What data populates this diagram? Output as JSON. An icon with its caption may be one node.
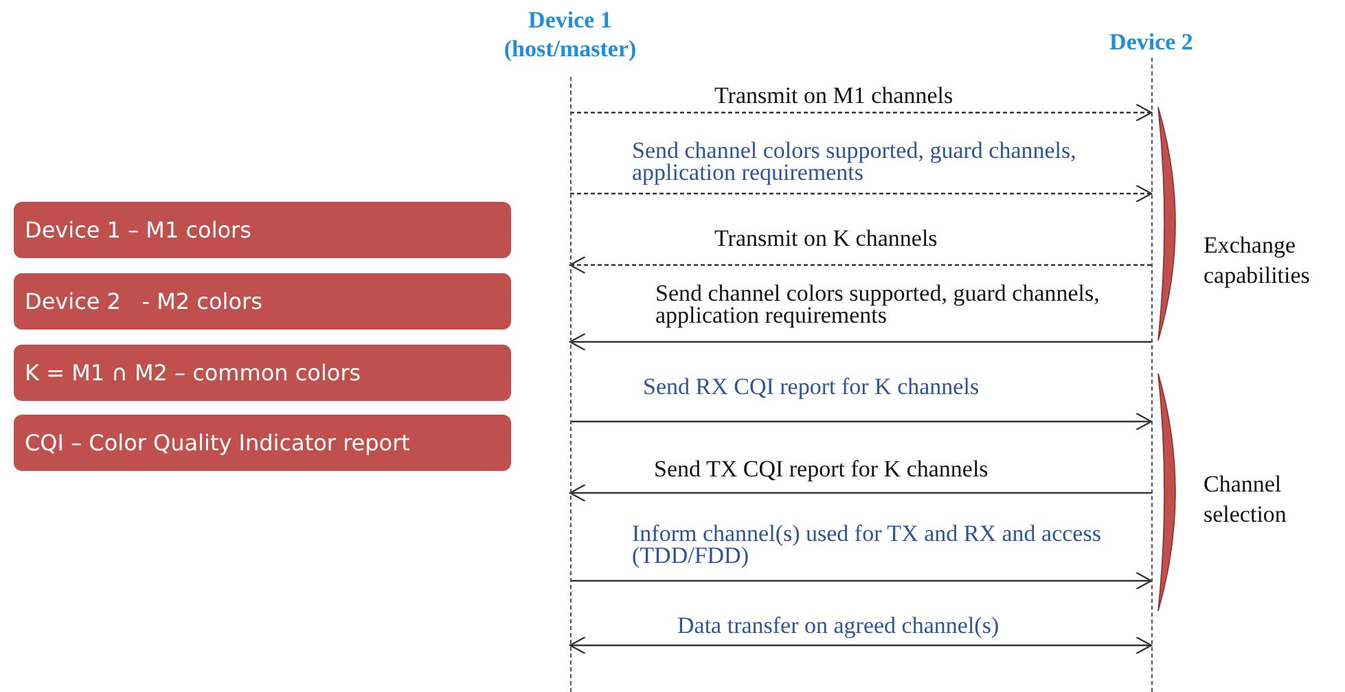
{
  "diagram": {
    "nodes": [
      {
        "text": [
          "Device 1 (host/master)"
        ]
      },
      {
        "text": [
          "Device 2"
        ]
      },
      {
        "text": [
          "Device 1 – M1 colors"
        ]
      },
      {
        "text": [
          "Device 2   - M2 colors"
        ]
      },
      {
        "text": [
          "K = M1 ∩ M2 – common colors"
        ]
      },
      {
        "text": [
          "CQI – Color Quality Indicator report"
        ]
      }
    ],
    "edges": [
      {
        "from": 0,
        "to": 1,
        "arrow": "to",
        "label": "Transmit on M1 channels",
        "style": "dashed"
      },
      {
        "from": 0,
        "to": 1,
        "arrow": "to",
        "label": "Send channel colors supported, guard channels, application requirements",
        "style": "dashed"
      },
      {
        "from": 1,
        "to": 0,
        "arrow": "to",
        "label": "Transmit on K channels",
        "style": "dashed"
      },
      {
        "from": 1,
        "to": 0,
        "arrow": "to",
        "label": "Send channel colors supported, guard channels, application requirements"
      },
      {
        "from": 0,
        "to": 1,
        "arrow": "to",
        "label": "Send RX CQI report for K channels"
      },
      {
        "from": 1,
        "to": 0,
        "arrow": "to",
        "label": "Send TX CQI report for K channels"
      },
      {
        "from": 0,
        "to": 1,
        "arrow": "to",
        "label": "Inform channel(s) used for TX and RX and access (TDD/FDD)"
      },
      {
        "from": 0,
        "to": 1,
        "arrow": "both",
        "label": "Data transfer on agreed channel(s)"
      }
    ],
    "labels": [
      "Exchange capabilities",
      "Channel selection"
    ]
  }
}
